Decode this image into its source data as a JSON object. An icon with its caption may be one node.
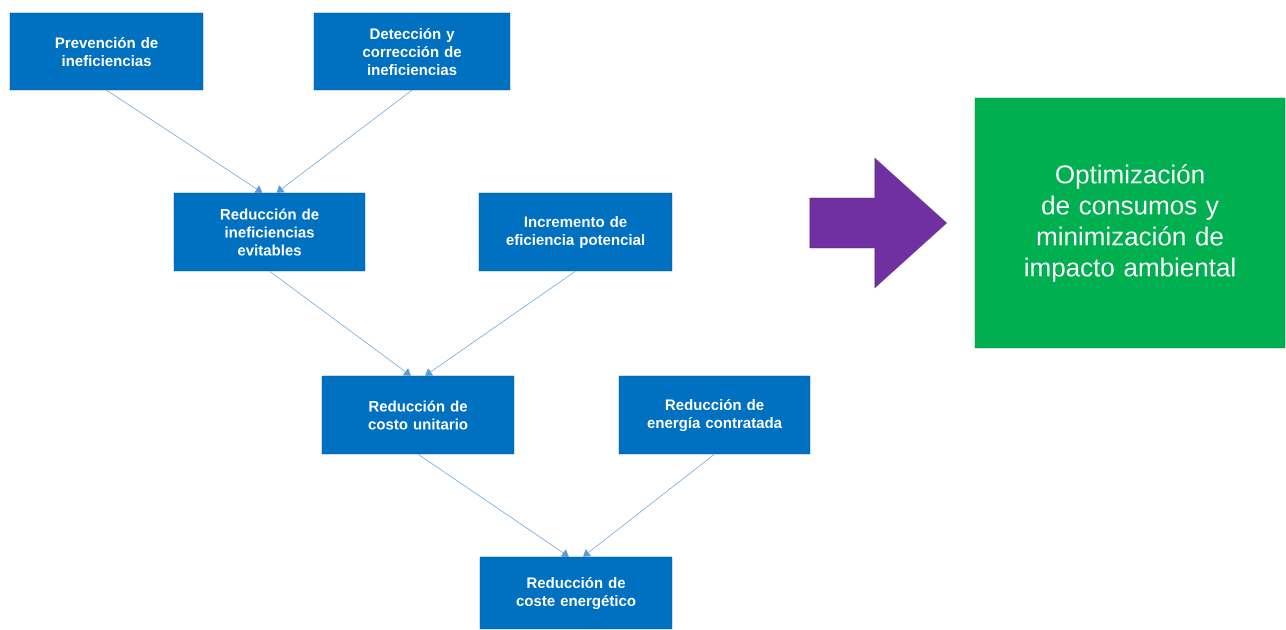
{
  "diagram": {
    "nodes": [
      {
        "text": [
          "Prevención de ineficiencias"
        ]
      },
      {
        "text": [
          "Detección y corrección de ineficiencias"
        ]
      },
      {
        "text": [
          "Reducción de ineficiencias evitables"
        ]
      },
      {
        "text": [
          "Incremento de eficiencia potencial"
        ]
      },
      {
        "text": [
          "Reducción de costo unitario"
        ]
      },
      {
        "text": [
          "Reducción de energía contratada"
        ]
      },
      {
        "text": [
          "Reducción de coste energético"
        ]
      },
      {
        "text": [
          "Optimización de consumos y minimización de impacto ambiental"
        ]
      }
    ],
    "edges": [
      {
        "from": 0,
        "to": 2,
        "arrow": "to"
      },
      {
        "from": 1,
        "to": 2,
        "arrow": "to"
      },
      {
        "from": 2,
        "to": 4,
        "arrow": "to"
      },
      {
        "from": 3,
        "to": 4,
        "arrow": "to"
      },
      {
        "from": 4,
        "to": 6,
        "arrow": "to"
      },
      {
        "from": 5,
        "to": 6,
        "arrow": "to"
      },
      {
        "from": null,
        "to": 7,
        "arrow": "to",
        "style": "thick",
        "color": "#7030a0"
      }
    ]
  }
}
